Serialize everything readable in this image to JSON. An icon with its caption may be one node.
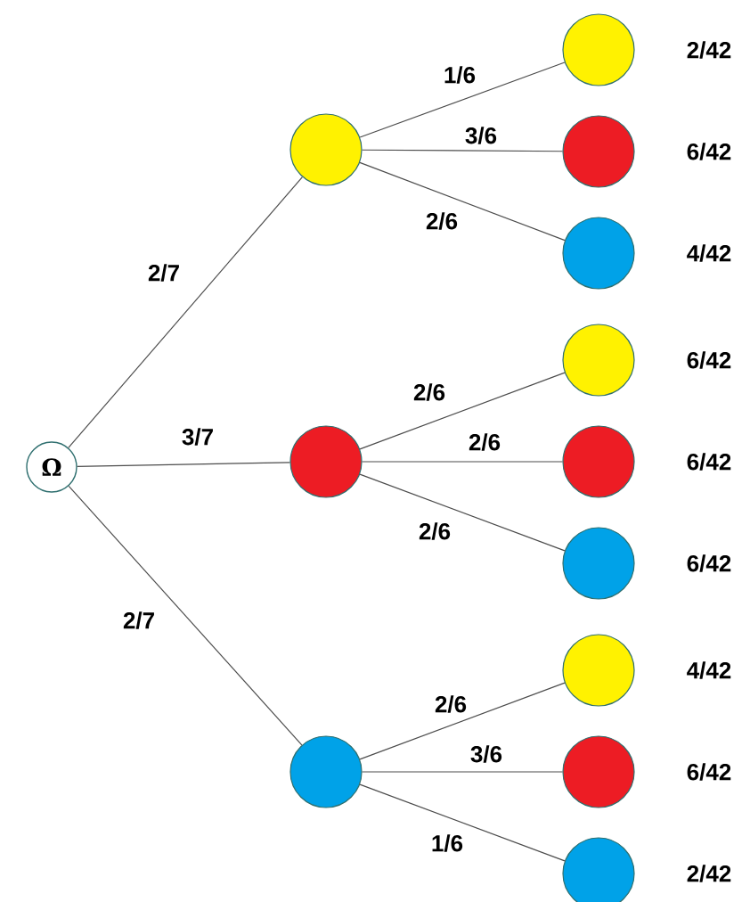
{
  "diagram": {
    "nodes": [
      {
        "text": [
          "Ω"
        ]
      },
      {
        "text": [],
        "shape": "circle"
      },
      {
        "text": [],
        "shape": "circle"
      },
      {
        "text": [],
        "shape": "circle"
      },
      {
        "text": [],
        "shape": "circle",
        "beside": [
          "2/42"
        ]
      },
      {
        "text": [],
        "shape": "circle",
        "beside": [
          "6/42"
        ]
      },
      {
        "text": [],
        "shape": "circle",
        "beside": [
          "4/42"
        ]
      },
      {
        "text": [],
        "shape": "circle",
        "beside": [
          "6/42"
        ]
      },
      {
        "text": [],
        "shape": "circle",
        "beside": [
          "6/42"
        ]
      },
      {
        "text": [],
        "shape": "circle",
        "beside": [
          "6/42"
        ]
      },
      {
        "text": [],
        "shape": "circle",
        "beside": [
          "4/42"
        ]
      },
      {
        "text": [],
        "shape": "circle",
        "beside": [
          "6/42"
        ]
      },
      {
        "text": [],
        "shape": "circle",
        "beside": [
          "2/42"
        ]
      }
    ],
    "edges": [
      {
        "from": 0,
        "to": 1,
        "arrow": "none",
        "label": "2/7"
      },
      {
        "from": 0,
        "to": 2,
        "arrow": "none",
        "label": "3/7"
      },
      {
        "from": 0,
        "to": 3,
        "arrow": "none",
        "label": "2/7"
      },
      {
        "from": 1,
        "to": 4,
        "arrow": "none",
        "label": "1/6"
      },
      {
        "from": 1,
        "to": 5,
        "arrow": "none",
        "label": "3/6"
      },
      {
        "from": 1,
        "to": 6,
        "arrow": "none",
        "label": "2/6"
      },
      {
        "from": 2,
        "to": 7,
        "arrow": "none",
        "label": "2/6"
      },
      {
        "from": 2,
        "to": 8,
        "arrow": "none",
        "label": "2/6"
      },
      {
        "from": 2,
        "to": 9,
        "arrow": "none",
        "label": "2/6"
      },
      {
        "from": 3,
        "to": 10,
        "arrow": "none",
        "label": "2/6"
      },
      {
        "from": 3,
        "to": 11,
        "arrow": "none",
        "label": "3/6"
      },
      {
        "from": 3,
        "to": 12,
        "arrow": "none",
        "label": "1/6"
      }
    ]
  }
}
